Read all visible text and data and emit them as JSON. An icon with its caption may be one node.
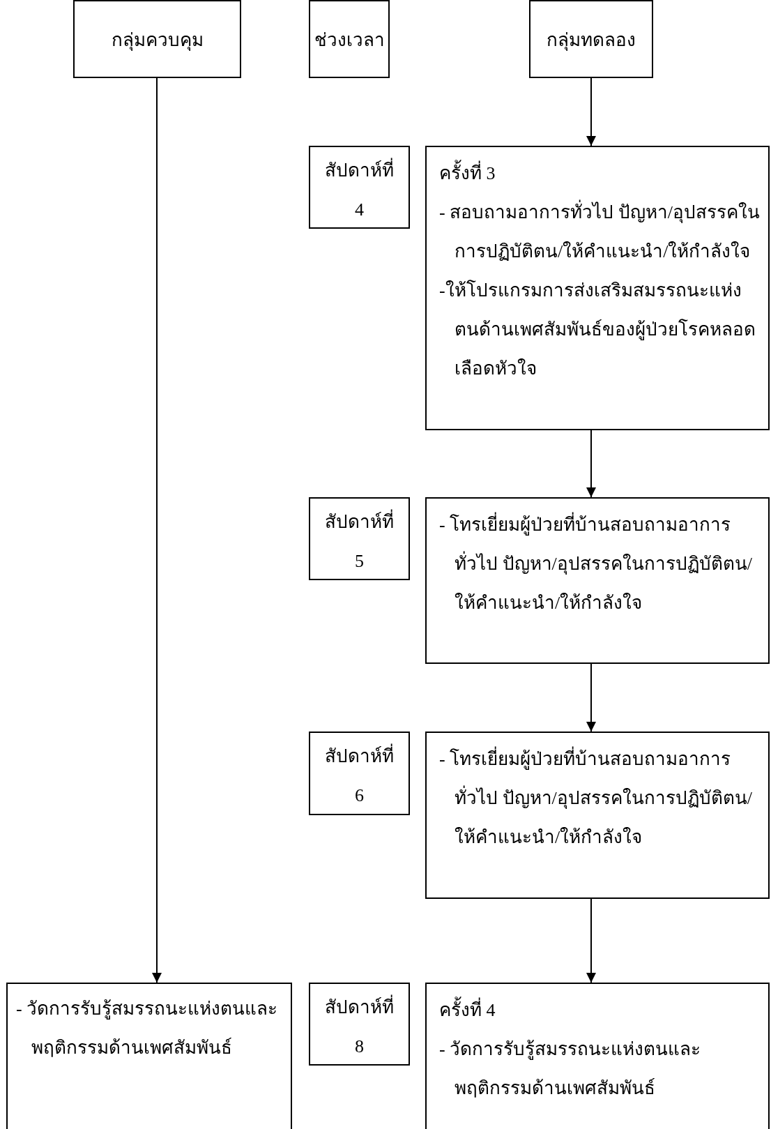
{
  "diagram": {
    "nodes": [
      {
        "text": [
          "กลุ่มควบคุม"
        ]
      },
      {
        "text": [
          "ช่วงเวลา"
        ]
      },
      {
        "text": [
          "กลุ่มทดลอง"
        ]
      },
      {
        "text": [
          "สัปดาห์ที่ 4"
        ]
      },
      {
        "text": [
          "ครั้งที่ 3",
          "- สอบถามอาการทั่วไป ปัญหา/อุปสรรคในการปฏิบัติตน/ให้คำแนะนำ/ให้กำลังใจ",
          "-ให้โปรแกรมการส่งเสริมสมรรถนะแห่งตนด้านเพศสัมพันธ์ของผู้ป่วยโรคหลอดเลือดหัวใจ"
        ]
      },
      {
        "text": [
          "สัปดาห์ที่ 5"
        ]
      },
      {
        "text": [
          "- โทรเยี่ยมผู้ป่วยที่บ้านสอบถามอาการทั่วไป ปัญหา/อุปสรรคในการปฏิบัติตน/ให้คำแนะนำ/ให้กำลังใจ"
        ]
      },
      {
        "text": [
          "สัปดาห์ที่ 6"
        ]
      },
      {
        "text": [
          "- โทรเยี่ยมผู้ป่วยที่บ้านสอบถามอาการทั่วไป ปัญหา/อุปสรรคในการปฏิบัติตน/ให้คำแนะนำ/ให้กำลังใจ"
        ]
      },
      {
        "text": [
          "- วัดการรับรู้สมรรถนะแห่งตนและพฤติกรรมด้านเพศสัมพันธ์"
        ]
      },
      {
        "text": [
          "สัปดาห์ที่ 8"
        ]
      },
      {
        "text": [
          "ครั้งที่ 4",
          "- วัดการรับรู้สมรรถนะแห่งตนและพฤติกรรมด้านเพศสัมพันธ์"
        ]
      }
    ],
    "edges": [
      {
        "from": 0,
        "to": 9,
        "arrow": "to"
      },
      {
        "from": 2,
        "to": 4,
        "arrow": "to"
      },
      {
        "from": 4,
        "to": 6,
        "arrow": "to"
      },
      {
        "from": 6,
        "to": 8,
        "arrow": "to"
      },
      {
        "from": 8,
        "to": 11,
        "arrow": "to"
      }
    ]
  }
}
